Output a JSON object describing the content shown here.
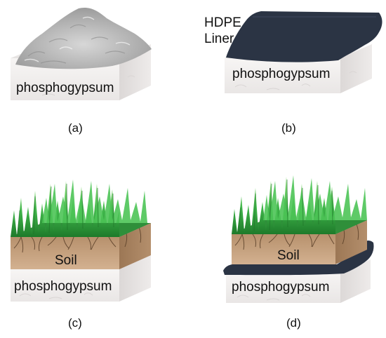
{
  "panels": [
    {
      "caption": "(a)",
      "layers": [
        {
          "text": "phosphogypsum"
        }
      ]
    },
    {
      "caption": "(b)",
      "layers": [
        {
          "text": "HDPE"
        },
        {
          "text": "Liner"
        },
        {
          "text": "phosphogypsum"
        }
      ]
    },
    {
      "caption": "(c)",
      "layers": [
        {
          "text": "Soil"
        },
        {
          "text": "phosphogypsum"
        }
      ]
    },
    {
      "caption": "(d)",
      "layers": [
        {
          "text": "Soil"
        },
        {
          "text": "phosphogypsum"
        }
      ]
    }
  ],
  "colors": {
    "phosphogypsum": "#f2efee",
    "soil": "#c8a27e",
    "liner": "#2b3444",
    "grass": "#3fb54a",
    "powder": "#b8b8b8"
  }
}
